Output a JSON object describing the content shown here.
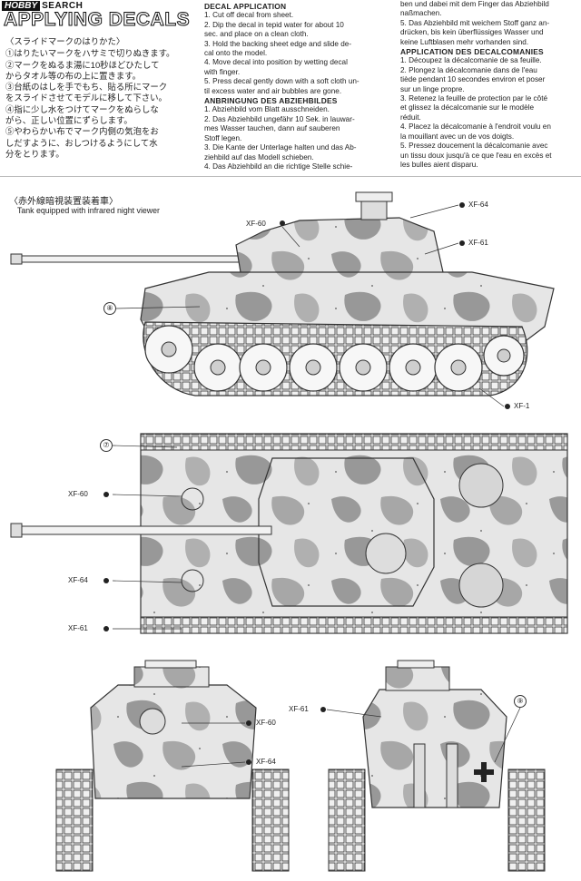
{
  "header": {
    "logo_hobby": "HOBBY",
    "logo_search": "SEARCH",
    "title": "APPLYING DECALS"
  },
  "japanese_instructions": {
    "title": "〈スライドマークのはりかた〉",
    "lines": [
      "①はりたいマークをハサミで切りぬきます。",
      "②マークをぬるま湯に10秒ほどひたして",
      "からタオル等の布の上に置きます。",
      "③台紙のはしを手でもち、貼る所にマーク",
      "をスライドさせてモデルに移して下さい。",
      "④指に少し水をつけてマークをぬらしな",
      "がら、正しい位置にずらします。",
      "⑤やわらかい布でマーク内側の気泡をお",
      "しだすように、おしつけるようにして水",
      "分をとります。"
    ]
  },
  "english_instructions": {
    "heading": "DECAL APPLICATION",
    "lines": [
      "1. Cut off decal from sheet.",
      "2. Dip the decal in tepid water for about 10",
      "sec. and place on a clean cloth.",
      "3. Hold the backing sheet edge and slide de-",
      "cal onto the model.",
      "4. Move decal into position by wetting decal",
      "with finger.",
      "5. Press decal gently down with a soft cloth un-",
      "til excess water and air bubbles are gone."
    ]
  },
  "german_instructions": {
    "heading": "ANBRINGUNG DES ABZIEHBILDES",
    "lines": [
      "1. Abziehbild vom Blatt ausschneiden.",
      "2. Das Abziehbild ungefähr 10 Sek. in lauwar-",
      "mes Wasser tauchen, dann auf sauberen",
      "Stoff legen.",
      "3. Die Kante der Unterlage halten und das Ab-",
      "ziehbild auf das Modell schieben.",
      "4. Das Abziehbild an die richtige Stelle schie-"
    ],
    "continued": [
      "ben und dabei mit dem Finger das Abziehbild",
      "naßmachen.",
      "5. Das Abziehbild mit weichem Stoff ganz an-",
      "drücken, bis kein überflüssiges Wasser und",
      "keine Luftblasen mehr vorhanden sind."
    ]
  },
  "french_instructions": {
    "heading": "APPLICATION DES DECALCOMANIES",
    "lines": [
      "1. Découpez la décalcomanie de sa feuille.",
      "2. Plongez la décalcomanie dans de l'eau",
      "tiède pendant 10 secondes environ et poser",
      "sur un linge propre.",
      "3. Retenez la feuille de protection par le côté",
      "et glissez la décalcomanie sur le modèle",
      "réduit.",
      "4. Placez la décalcomanie à l'endroit voulu en",
      "la mouillant avec un de vos doigts.",
      "5. Pressez doucement la décalcomanie avec",
      "un tissu doux jusqu'à ce que l'eau en excès et",
      "les bulles aient disparu."
    ]
  },
  "vehicle": {
    "title_jp": "〈赤外線暗視装置装着車〉",
    "title_en": "Tank equipped with infrared night viewer"
  },
  "callouts": {
    "xf64": "XF-64",
    "xf61": "XF-61",
    "xf60": "XF-60",
    "xf1": "XF-1"
  },
  "decal_numbers": {
    "n7": "⑦",
    "n8": "⑧",
    "n9": "⑨"
  },
  "colors": {
    "camo_dark": "#8e8e8e",
    "camo_light": "#e8e8e8",
    "line": "#333333"
  }
}
